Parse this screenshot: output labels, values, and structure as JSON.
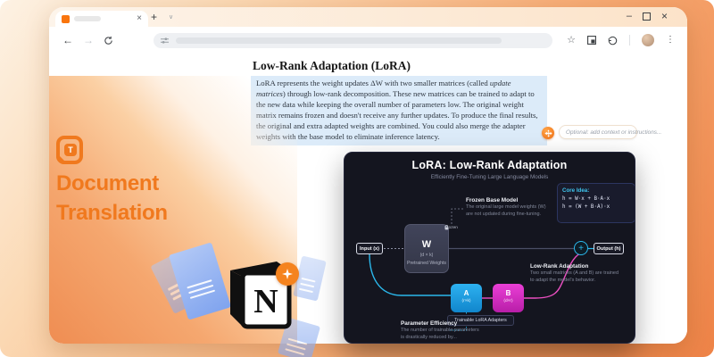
{
  "branding": {
    "logo_letter": "T",
    "title_line1": "Document",
    "title_line2": "Translation",
    "notion_letter": "N"
  },
  "browser": {
    "tab_close": "×",
    "new_tab": "+",
    "tab_list_chevron": "∨",
    "minimize": "–",
    "close": "×",
    "back": "←",
    "forward": "→",
    "bookmark": "☆",
    "menu": "⋮"
  },
  "document": {
    "title": "Low-Rank Adaptation (LoRA)",
    "body_before_italic": "LoRA represents the weight updates ΔW with two smaller matrices (called ",
    "body_italic": "update matrices",
    "body_after_italic": ") through low-rank decomposition. These new matrices can be trained to adapt to the new data while keeping the overall number of parameters low. The original weight matrix remains frozen and doesn't receive any further updates. To produce the final results, the original and extra adapted weights are combined. You could also merge the adapter weights with the base model to eliminate inference latency."
  },
  "context_bar": {
    "placeholder": "Optional: add context or instructions..."
  },
  "diagram": {
    "title": "LoRA: Low-Rank Adaptation",
    "subtitle": "Efficiently Fine-Tuning Large Language Models",
    "core_idea": {
      "label": "Core Idea:",
      "formula_1": "h = W·x + B·A·x",
      "formula_2": "h = (W + B·A)·x"
    },
    "frozen_note": {
      "title": "Frozen Base Model",
      "desc_line1": "The original large model weights (W)",
      "desc_line2": "are not updated during fine-tuning."
    },
    "weights_box": {
      "tag": "Frozen",
      "letter": "W",
      "dims": "(d × k)",
      "label": "Pretrained Weights"
    },
    "input_label": "Input (x)",
    "output_label": "Output (h)",
    "plus_sign": "+",
    "lora_note": {
      "title": "Low-Rank Adaptation",
      "desc_line1": "Two small matrices (A and B) are trained",
      "desc_line2": "to adapt the model's behavior."
    },
    "a_box": {
      "letter": "A",
      "dims": "(r×k)"
    },
    "b_box": {
      "letter": "B",
      "dims": "(d×r)"
    },
    "adapters_label": "Trainable LoRA Adapters",
    "efficiency_note": {
      "title": "Parameter Efficiency",
      "desc_line1": "The number of trainable parameters",
      "desc_line2": "is drastically reduced by..."
    }
  },
  "colors": {
    "brand_orange": "#F0791E",
    "background_orange": "#EE8347",
    "highlight_blue": "#DCEBF9",
    "panel_bg": "#14151F",
    "cyan": "#2BB8EC",
    "magenta": "#E636CE"
  }
}
